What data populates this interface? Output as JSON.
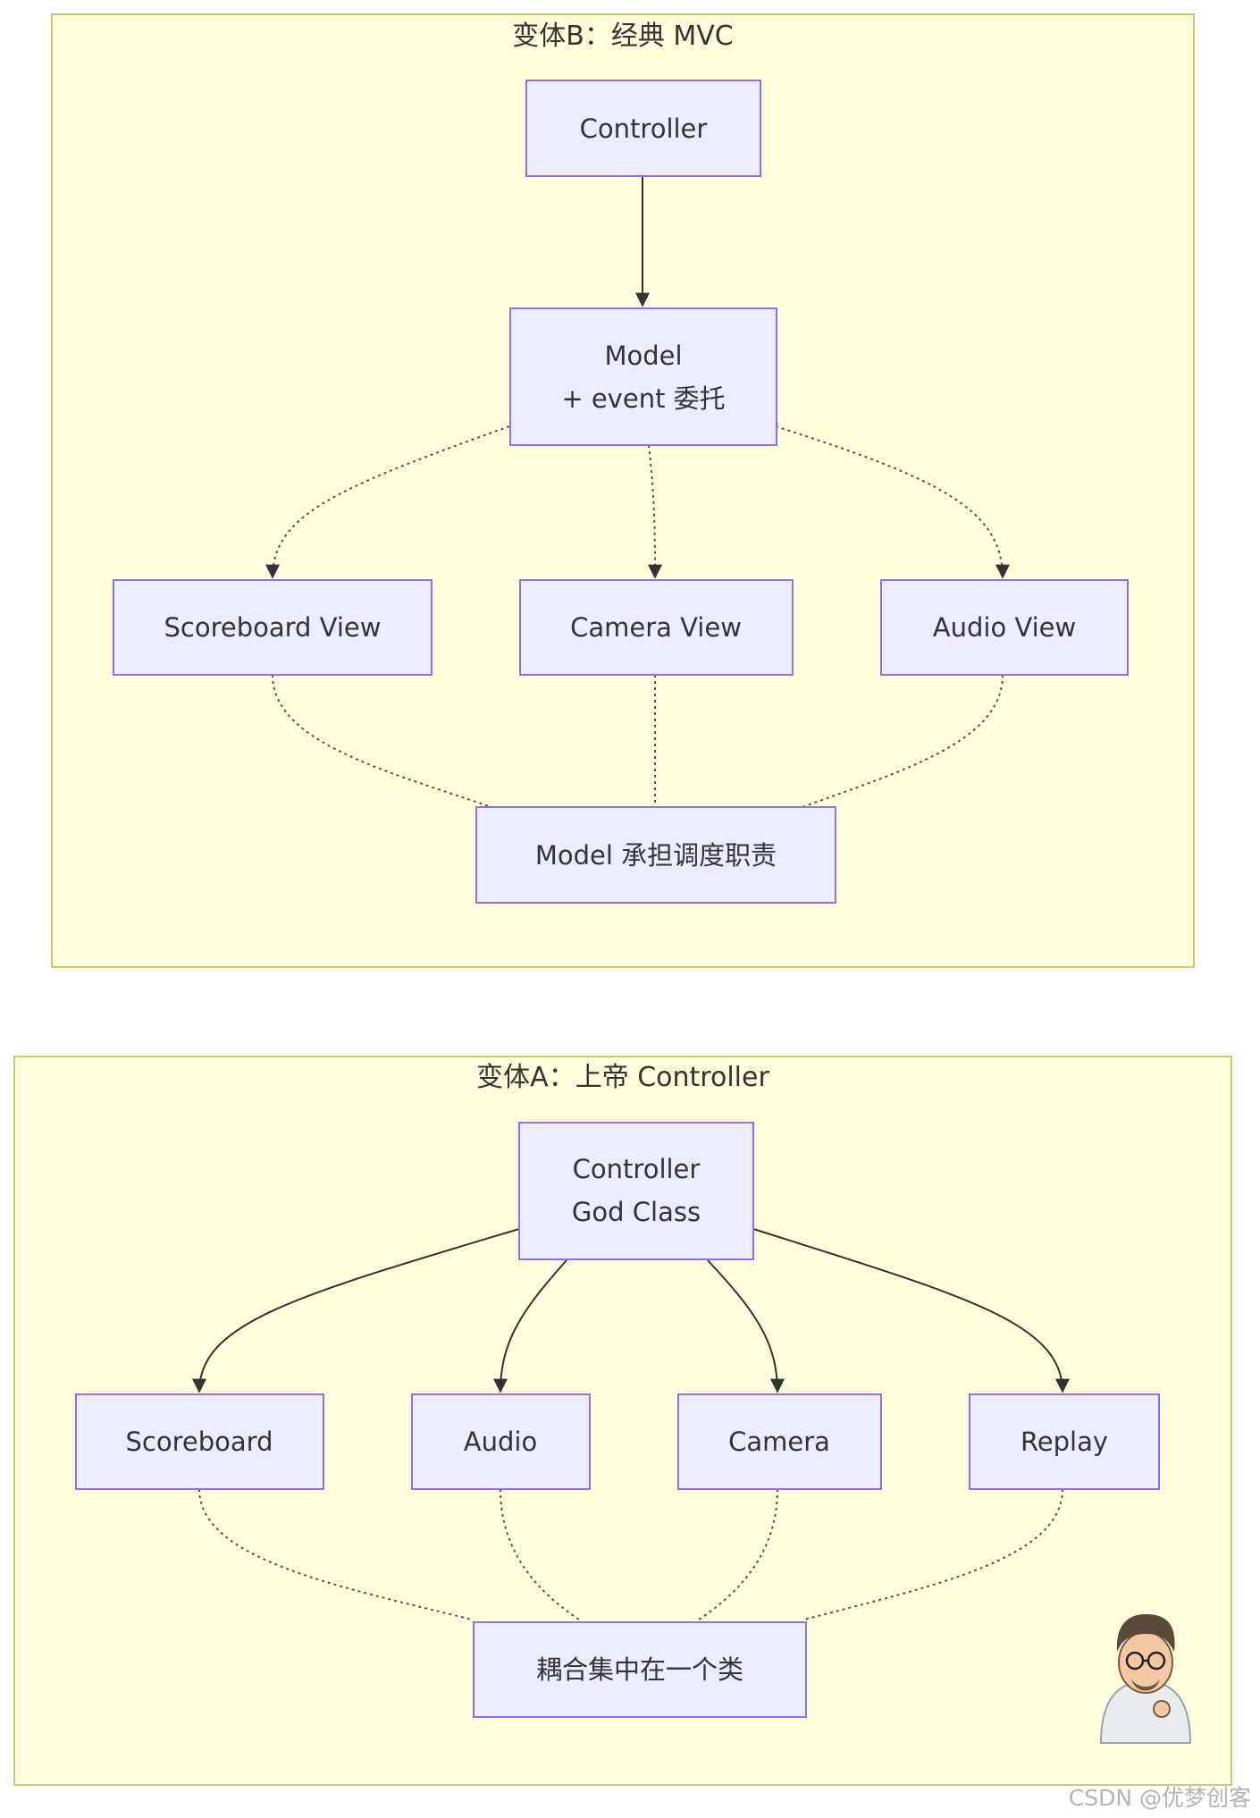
{
  "clusters": {
    "mvc": {
      "title": "变体B：经典 MVC"
    },
    "god": {
      "title": "变体A：上帝 Controller"
    }
  },
  "mvc_nodes": {
    "controller": "Controller",
    "model_line1": "Model",
    "model_line2": "+ event 委托",
    "scoreboard_view": "Scoreboard View",
    "camera_view": "Camera View",
    "audio_view": "Audio View",
    "model_dispatch": "Model 承担调度职责"
  },
  "god_nodes": {
    "controller_line1": "Controller",
    "controller_line2": "God Class",
    "scoreboard": "Scoreboard",
    "audio": "Audio",
    "camera": "Camera",
    "replay": "Replay",
    "coupling": "耦合集中在一个类"
  },
  "watermark": "CSDN @优梦创客",
  "colors": {
    "cluster_fill": "#ffffde",
    "cluster_stroke": "#c8cc78",
    "node_fill": "#ececff",
    "node_stroke": "#9370db",
    "edge": "#333333"
  }
}
